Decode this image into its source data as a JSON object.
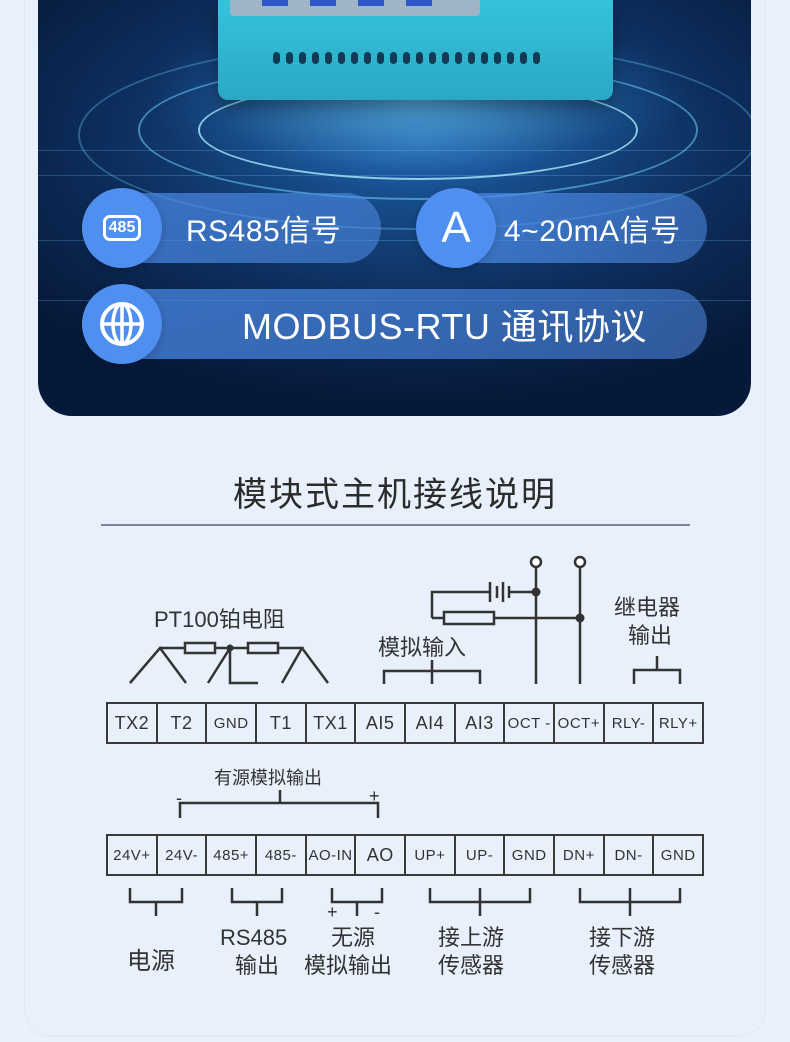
{
  "hero": {
    "badges": [
      {
        "icon_text": "485",
        "label": "RS485信号"
      },
      {
        "icon_text": "A",
        "label": "4~20mA信号"
      },
      {
        "icon": "globe-icon",
        "label": "MODBUS-RTU 通讯协议"
      }
    ]
  },
  "wiring": {
    "title": "模块式主机接线说明",
    "top_row": [
      "TX2",
      "T2",
      "GND",
      "T1",
      "TX1",
      "AI5",
      "AI4",
      "AI3",
      "OCT -",
      "OCT+",
      "RLY-",
      "RLY+"
    ],
    "bottom_row": [
      "24V+",
      "24V-",
      "485+",
      "485-",
      "AO-IN",
      "AO",
      "UP+",
      "UP-",
      "GND",
      "DN+",
      "DN-",
      "GND"
    ],
    "labels": {
      "pt100": "PT100铂电阻",
      "analog_in": "模拟输入",
      "relay_line1": "继电器",
      "relay_line2": "输出",
      "active_ao": "有源模拟输出",
      "minus": "-",
      "plus": "+",
      "power": "电源",
      "rs485_line1": "RS485",
      "rs485_line2": "输出",
      "passive_line1": "无源",
      "passive_line2": "模拟输出",
      "upstream_line1": "接上游",
      "upstream_line2": "传感器",
      "downstream_line1": "接下游",
      "downstream_line2": "传感器"
    }
  }
}
